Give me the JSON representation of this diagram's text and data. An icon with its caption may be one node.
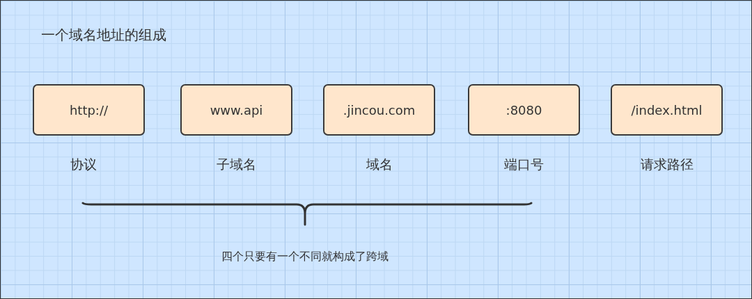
{
  "diagram": {
    "title": "一个域名地址的组成",
    "nodes": [
      {
        "text": [
          "http://"
        ],
        "beside": [
          "协议"
        ]
      },
      {
        "text": [
          "www.api"
        ],
        "beside": [
          "子域名"
        ]
      },
      {
        "text": [
          ".jincou.com"
        ],
        "beside": [
          "域名"
        ]
      },
      {
        "text": [
          ":8080"
        ],
        "beside": [
          "端口号"
        ]
      },
      {
        "text": [
          "/index.html"
        ],
        "beside": [
          "请求路径"
        ]
      }
    ],
    "labels": [
      "四个只要有一个不同就构成了跨域"
    ]
  }
}
